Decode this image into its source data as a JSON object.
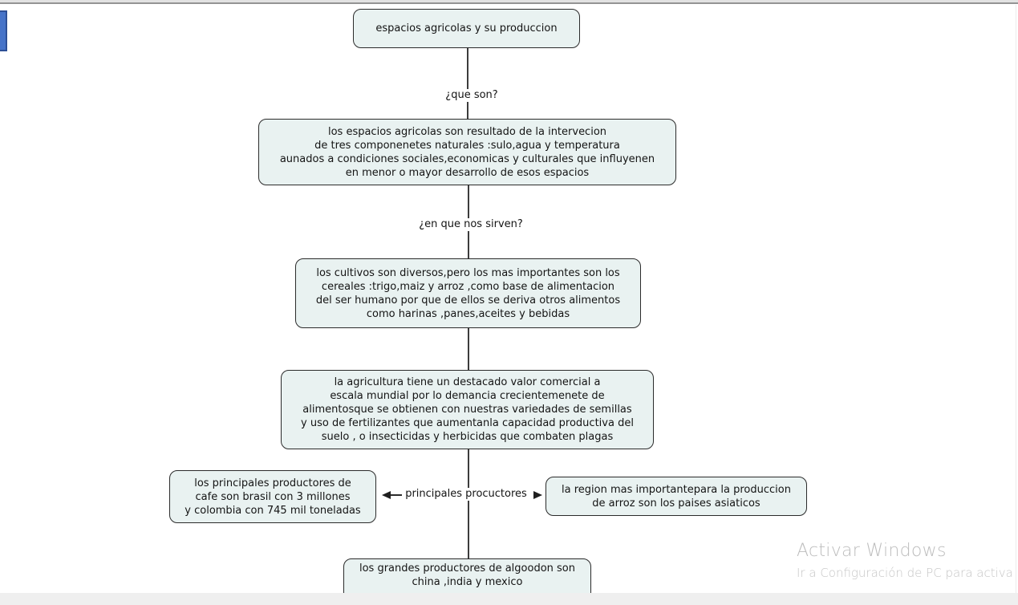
{
  "diagram": {
    "nodes": [
      {
        "id": "root",
        "text": "espacios agricolas y su produccion"
      },
      {
        "id": "definition",
        "text": "los espacios agricolas son resultado de la intervecion\nde tres componenetes naturales :sulo,agua y temperatura\naunados a condiciones sociales,economicas y culturales que influyenen\nen menor o mayor desarrollo de esos espacios"
      },
      {
        "id": "cultivos",
        "text": "los cultivos son diversos,pero los mas importantes son los\ncereales :trigo,maiz y arroz ,como base de alimentacion\ndel ser humano por que de ellos se deriva otros alimentos\ncomo harinas ,panes,aceites y bebidas"
      },
      {
        "id": "valor-comercial",
        "text": "la agricultura tiene un destacado valor comercial a\nescala mundial por lo demancia crecientemenete de\nalimentosque se obtienen con nuestras variedades de semillas\ny uso de fertilizantes que aumentanla capacidad productiva del\nsuelo , o insecticidas y herbicidas que combaten plagas"
      },
      {
        "id": "cafe",
        "text": "los principales productores de\ncafe  son brasil con 3 millones\ny colombia con 745 mil toneladas"
      },
      {
        "id": "arroz",
        "text": "la region mas importantepara la produccion\nde arroz son los paises asiaticos"
      },
      {
        "id": "algodon",
        "text": "los grandes productores de algoodon son\nchina ,india y mexico"
      }
    ],
    "link_labels": [
      {
        "id": "que-son",
        "text": "¿que son?"
      },
      {
        "id": "en-que-nos-sirven",
        "text": "¿en que nos sirven?"
      },
      {
        "id": "principales-procuctores",
        "text": "principales procuctores"
      }
    ]
  },
  "watermark": {
    "line1": "Activar Windows",
    "line2": "Ir a Configuración de PC para activa"
  },
  "colors": {
    "node_fill": "#e9f2f1",
    "node_border": "#2b2b2b",
    "connector": "#3c3c3c",
    "watermark_text": "#bdbdbd",
    "accent_blue": "#4673c8",
    "bottom_bar": "#efefef"
  }
}
